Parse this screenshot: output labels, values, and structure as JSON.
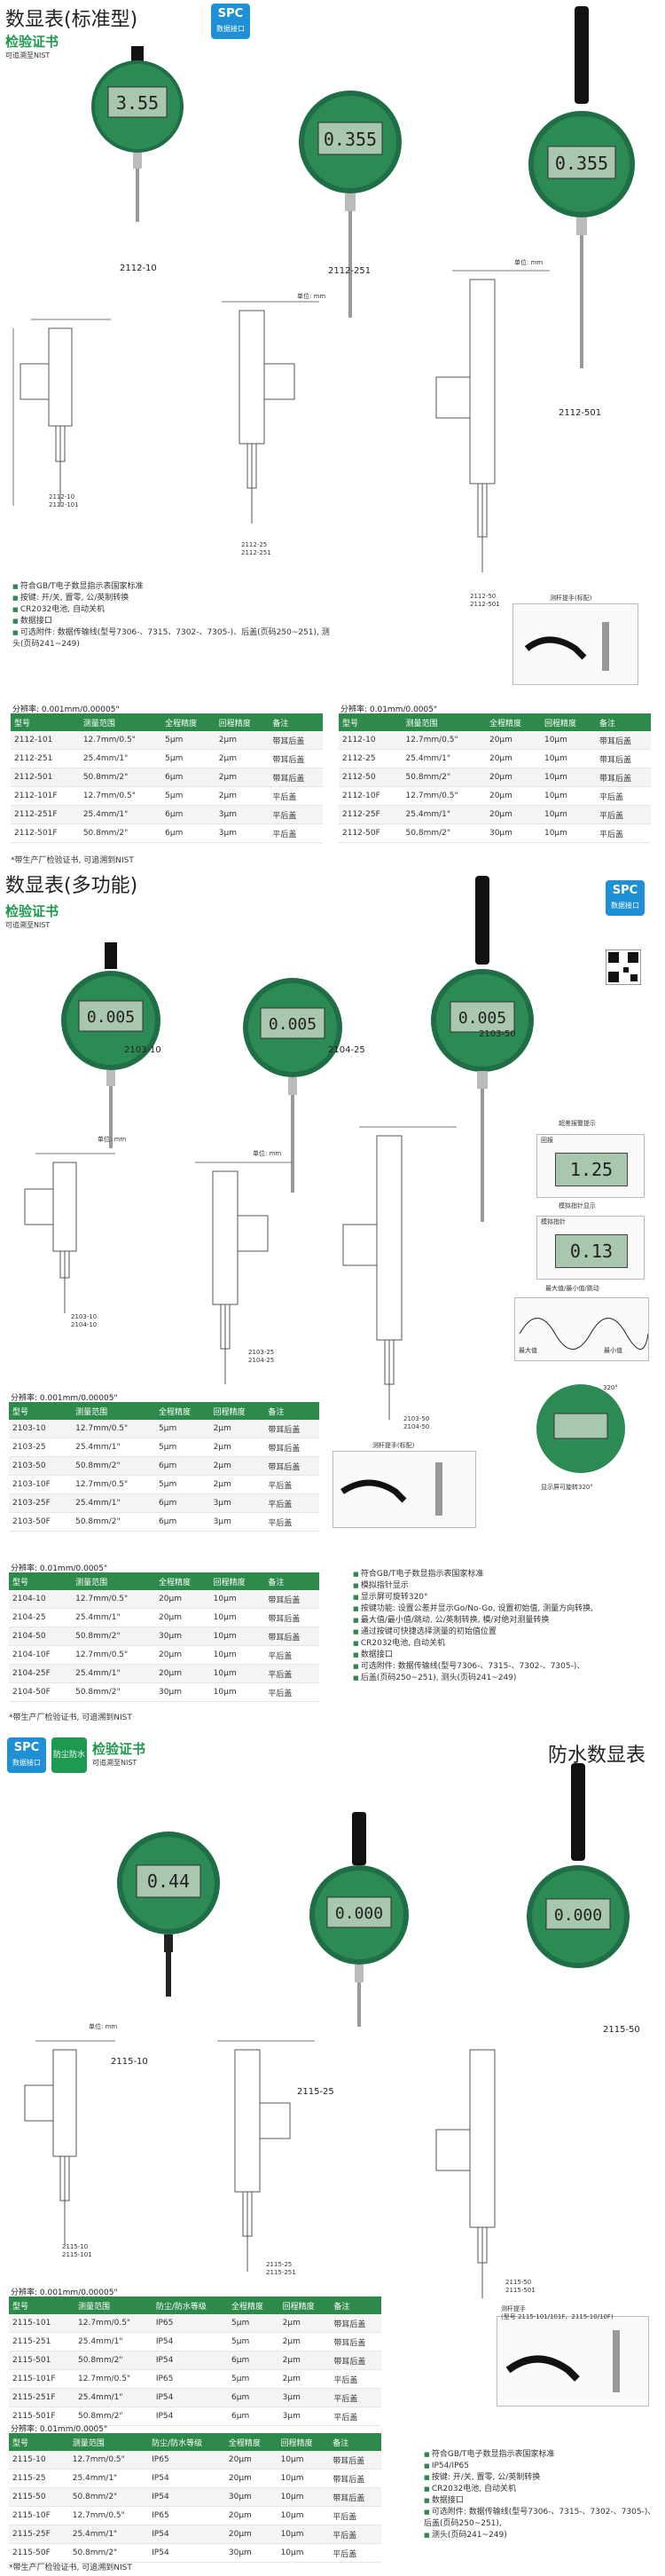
{
  "sec1": {
    "title": "数显表(标准型)",
    "spc_top": "SPC",
    "spc_bottom": "数据接口",
    "nist_title": "检验证书",
    "nist_sub": "可追溯至NIST"
  },
  "models1": [
    "2112-10",
    "2112-251",
    "2112-501"
  ],
  "readings1": [
    "3.55",
    "0.355",
    "0.355"
  ],
  "unit_label": "单位: mm",
  "draw1_caps": [
    "2112-10\n2112-101",
    "2112-25\n2112-251",
    "2112-50\n2112-501"
  ],
  "lift1": "测杆提手(标配)",
  "t1a": {
    "title": "分辨率: 0.001mm/0.00005\"",
    "head": [
      "型号",
      "测量范围",
      "全程精度",
      "回程精度",
      "备注"
    ],
    "rows": [
      [
        "2112-101",
        "12.7mm/0.5\"",
        "5μm",
        "2μm",
        "带耳后盖"
      ],
      [
        "2112-251",
        "25.4mm/1\"",
        "5μm",
        "2μm",
        "带耳后盖"
      ],
      [
        "2112-501",
        "50.8mm/2\"",
        "6μm",
        "2μm",
        "带耳后盖"
      ],
      [
        "2112-101F",
        "12.7mm/0.5\"",
        "5μm",
        "2μm",
        "平后盖"
      ],
      [
        "2112-251F",
        "25.4mm/1\"",
        "6μm",
        "3μm",
        "平后盖"
      ],
      [
        "2112-501F",
        "50.8mm/2\"",
        "6μm",
        "3μm",
        "平后盖"
      ]
    ]
  },
  "t1b": {
    "title": "分辨率: 0.01mm/0.0005\"",
    "head": [
      "型号",
      "测量范围",
      "全程精度",
      "回程精度",
      "备注"
    ],
    "rows": [
      [
        "2112-10",
        "12.7mm/0.5\"",
        "20μm",
        "10μm",
        "带耳后盖"
      ],
      [
        "2112-25",
        "25.4mm/1\"",
        "20μm",
        "10μm",
        "带耳后盖"
      ],
      [
        "2112-50",
        "50.8mm/2\"",
        "20μm",
        "10μm",
        "带耳后盖"
      ],
      [
        "2112-10F",
        "12.7mm/0.5\"",
        "20μm",
        "10μm",
        "平后盖"
      ],
      [
        "2112-25F",
        "25.4mm/1\"",
        "20μm",
        "10μm",
        "平后盖"
      ],
      [
        "2112-50F",
        "50.8mm/2\"",
        "30μm",
        "10μm",
        "平后盖"
      ]
    ]
  },
  "feat1": [
    "符合GB/T电子数显指示表国家标准",
    "按键: 开/关, 置零, 公/英制转换",
    "CR2032电池, 自动关机",
    "数据接口",
    "可选附件: 数据传输线(型号7306-、7315、7302-、7305-)、后盖(页码250~251), 测头(页码241~249)"
  ],
  "note1": "*带生产厂检验证书, 可追溯到NIST",
  "sec2": {
    "title": "数显表(多功能)",
    "spc_top": "SPC",
    "spc_bottom": "数据接口",
    "nist_title": "检验证书",
    "nist_sub": "可追溯至NIST"
  },
  "models2": [
    "2103-10",
    "2104-25",
    "2103-50"
  ],
  "readings2": [
    "0.005",
    "0.005",
    "0.005"
  ],
  "draw2_caps": [
    "2103-10\n2104-10",
    "2103-25\n2104-25",
    "2103-50\n2104-50"
  ],
  "panels2": {
    "p1": "超差报警提示",
    "p1a": "回报",
    "p1v": "1.25",
    "p2": "模拟指针显示",
    "p2a": "模拟指针",
    "p2v": "0.13",
    "p3": "最大值/最小值/跳动",
    "p3a": "最大值",
    "p3b": "最小值",
    "p4": "显示屏可旋转320°",
    "p4a": "320°"
  },
  "lift2": "测杆提手(标配)",
  "t2a": {
    "title": "分辨率: 0.001mm/0.00005\"",
    "head": [
      "型号",
      "测量范围",
      "全程精度",
      "回程精度",
      "备注"
    ],
    "rows": [
      [
        "2103-10",
        "12.7mm/0.5\"",
        "5μm",
        "2μm",
        "带耳后盖"
      ],
      [
        "2103-25",
        "25.4mm/1\"",
        "5μm",
        "2μm",
        "带耳后盖"
      ],
      [
        "2103-50",
        "50.8mm/2\"",
        "6μm",
        "2μm",
        "带耳后盖"
      ],
      [
        "2103-10F",
        "12.7mm/0.5\"",
        "5μm",
        "2μm",
        "平后盖"
      ],
      [
        "2103-25F",
        "25.4mm/1\"",
        "6μm",
        "3μm",
        "平后盖"
      ],
      [
        "2103-50F",
        "50.8mm/2\"",
        "6μm",
        "3μm",
        "平后盖"
      ]
    ]
  },
  "t2b": {
    "title": "分辨率: 0.01mm/0.0005\"",
    "head": [
      "型号",
      "测量范围",
      "全程精度",
      "回程精度",
      "备注"
    ],
    "rows": [
      [
        "2104-10",
        "12.7mm/0.5\"",
        "20μm",
        "10μm",
        "带耳后盖"
      ],
      [
        "2104-25",
        "25.4mm/1\"",
        "20μm",
        "10μm",
        "带耳后盖"
      ],
      [
        "2104-50",
        "50.8mm/2\"",
        "30μm",
        "10μm",
        "带耳后盖"
      ],
      [
        "2104-10F",
        "12.7mm/0.5\"",
        "20μm",
        "10μm",
        "平后盖"
      ],
      [
        "2104-25F",
        "25.4mm/1\"",
        "20μm",
        "10μm",
        "平后盖"
      ],
      [
        "2104-50F",
        "50.8mm/2\"",
        "30μm",
        "10μm",
        "平后盖"
      ]
    ]
  },
  "feat2": [
    "符合GB/T电子数显指示表国家标准",
    "模拟指针显示",
    "显示屏可旋转320°",
    "按键功能: 设置公差并显示Go/No-Go, 设置初始值, 测量方向转换,",
    "  最大值/最小值/跳动, 公/英制转换, 模/对绝对测量转换",
    "通过按键可快捷选择测量的初始值位置",
    "CR2032电池, 自动关机",
    "数据接口",
    "可选附件: 数据传输线(型号7306-、7315-、7302-、7305-)、",
    "  后盖(页码250~251), 测头(页码241~249)"
  ],
  "note2": "*带生产厂检验证书, 可追溯到NIST",
  "sec3": {
    "title": "防水数显表",
    "spc_top": "SPC",
    "spc_bottom": "数据接口",
    "ip_label": "防尘防水",
    "nist_title": "检验证书",
    "nist_sub": "可追溯至NIST"
  },
  "models3": [
    "2115-10",
    "2115-25",
    "2115-50"
  ],
  "readings3": [
    "0.44",
    "0.000",
    "0.000"
  ],
  "draw3_caps": [
    "2115-10\n2115-101",
    "2115-25\n2115-251",
    "2115-50\n2115-501"
  ],
  "lift3": "测杆提手\n(型号 2115-101/101F、2115-10/10F)",
  "t3a": {
    "title": "分辨率: 0.001mm/0.00005\"",
    "head": [
      "型号",
      "测量范围",
      "防尘/防水等级",
      "全程精度",
      "回程精度",
      "备注"
    ],
    "rows": [
      [
        "2115-101",
        "12.7mm/0.5\"",
        "IP65",
        "5μm",
        "2μm",
        "带耳后盖"
      ],
      [
        "2115-251",
        "25.4mm/1\"",
        "IP54",
        "5μm",
        "2μm",
        "带耳后盖"
      ],
      [
        "2115-501",
        "50.8mm/2\"",
        "IP54",
        "6μm",
        "2μm",
        "带耳后盖"
      ],
      [
        "2115-101F",
        "12.7mm/0.5\"",
        "IP65",
        "5μm",
        "2μm",
        "平后盖"
      ],
      [
        "2115-251F",
        "25.4mm/1\"",
        "IP54",
        "6μm",
        "3μm",
        "平后盖"
      ],
      [
        "2115-501F",
        "50.8mm/2\"",
        "IP54",
        "6μm",
        "3μm",
        "平后盖"
      ]
    ]
  },
  "t3b": {
    "title": "分辨率: 0.01mm/0.0005\"",
    "head": [
      "型号",
      "测量范围",
      "防尘/防水等级",
      "全程精度",
      "回程精度",
      "备注"
    ],
    "rows": [
      [
        "2115-10",
        "12.7mm/0.5\"",
        "IP65",
        "20μm",
        "10μm",
        "带耳后盖"
      ],
      [
        "2115-25",
        "25.4mm/1\"",
        "IP54",
        "20μm",
        "10μm",
        "带耳后盖"
      ],
      [
        "2115-50",
        "50.8mm/2\"",
        "IP54",
        "30μm",
        "10μm",
        "带耳后盖"
      ],
      [
        "2115-10F",
        "12.7mm/0.5\"",
        "IP65",
        "20μm",
        "10μm",
        "平后盖"
      ],
      [
        "2115-25F",
        "25.4mm/1\"",
        "IP54",
        "20μm",
        "10μm",
        "平后盖"
      ],
      [
        "2115-50F",
        "50.8mm/2\"",
        "IP54",
        "30μm",
        "10μm",
        "平后盖"
      ]
    ]
  },
  "feat3": [
    "符合GB/T电子数显指示表国家标准",
    "IP54/IP65",
    "按键: 开/关, 置零, 公/英制转换",
    "CR2032电池, 自动关机",
    "数据接口",
    "可选附件: 数据传输线(型号7306-、7315-、7302-、7305-)、后盖(页码250~251),",
    "  测头(页码241~249)"
  ],
  "note3": "*带生产厂检验证书, 可追溯到NIST",
  "colors": {
    "green": "#2e8a4a",
    "dark_green": "#0f5a34",
    "lcd": "#a9c7ae",
    "blue": "#1f8fd6"
  }
}
